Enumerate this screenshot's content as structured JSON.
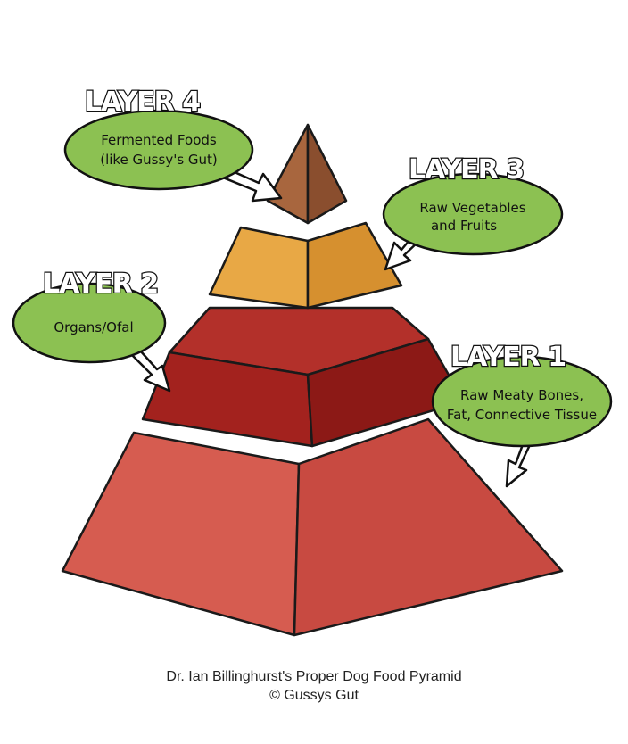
{
  "layers": [
    {
      "title": "LAYER 4",
      "lines": [
        "Fermented Foods",
        "(like Gussy's Gut)"
      ]
    },
    {
      "title": "LAYER 3",
      "lines": [
        "Raw Vegetables",
        "and Fruits"
      ]
    },
    {
      "title": "LAYER 2",
      "lines": [
        "Organs/Ofal"
      ]
    },
    {
      "title": "LAYER 1",
      "lines": [
        "Raw Meaty Bones,",
        "Fat, Connective Tissue"
      ]
    }
  ],
  "caption": {
    "line1": "Dr. Ian Billinghurst's Proper Dog Food Pyramid",
    "line2": "© Gussys Gut"
  },
  "colors": {
    "bubble": "#8cc152",
    "layer1": "#d0574c",
    "layer2": "#a3221e",
    "layer3": "#e5a03e",
    "layer4": "#9c5c38"
  }
}
